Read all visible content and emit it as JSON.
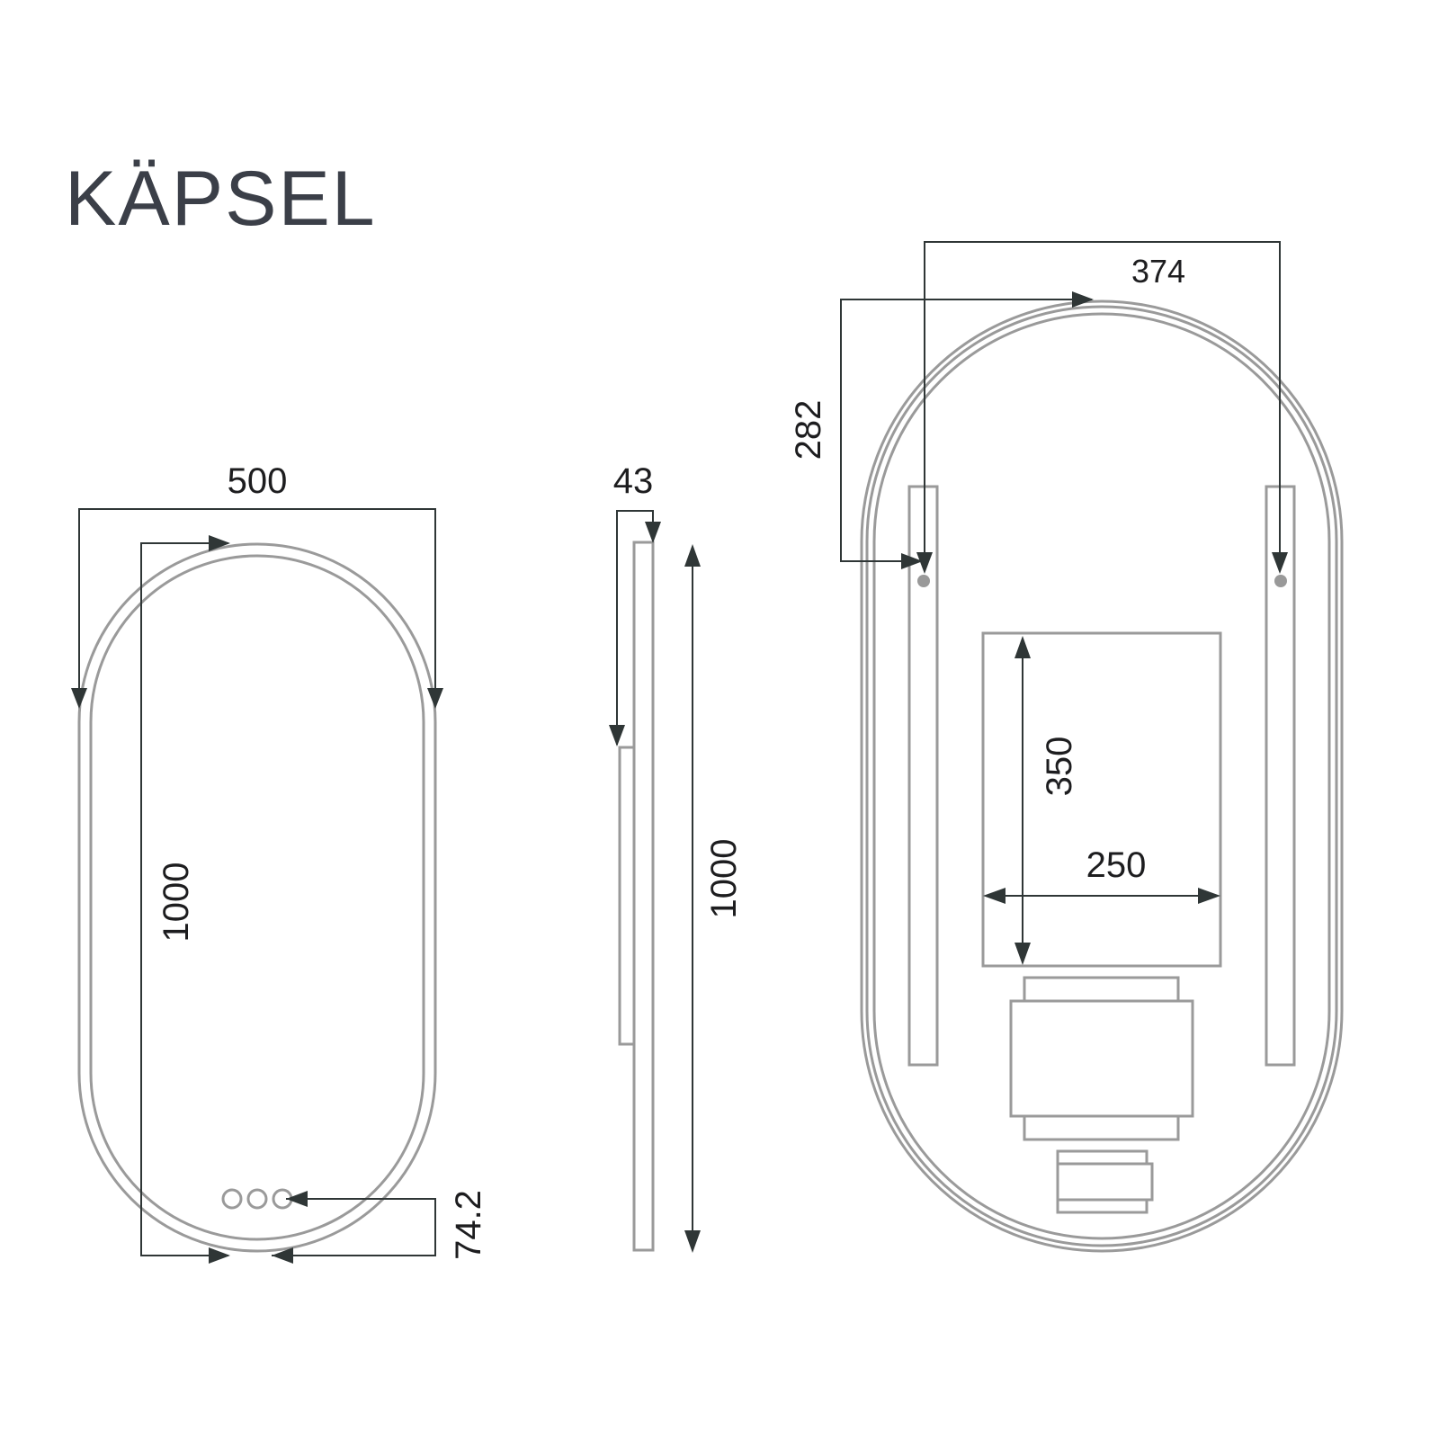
{
  "title": "KÄPSEL",
  "front_view": {
    "width_label": "500",
    "height_label": "1000",
    "button_offset_label": "74.2",
    "button_count": 3
  },
  "side_view": {
    "depth_label": "43",
    "height_label": "1000"
  },
  "back_view": {
    "hanger_spacing_label": "374",
    "hanger_height_label": "282",
    "box_height_label": "350",
    "box_width_label": "250"
  },
  "colors": {
    "title": "#3b3f48",
    "outline": "#9a9a9a",
    "dimension_line": "#2f3636",
    "text": "#1d1d1f"
  }
}
